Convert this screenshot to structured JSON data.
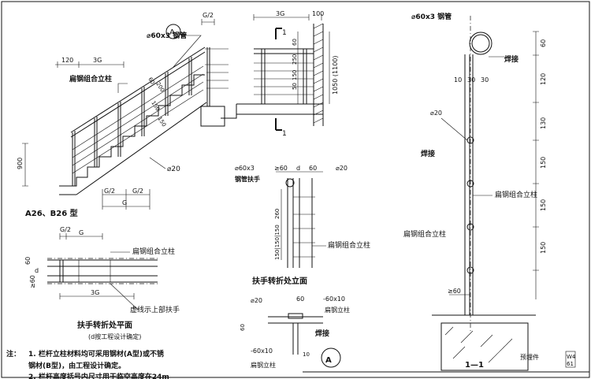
{
  "labels": {
    "tube_spec": "⌀60x3 钢管",
    "tube_spec_short": "⌀60x3",
    "tube_spec_right": "⌀60x3 钢管",
    "flat_steel_post": "扁钢组合立柱",
    "flat_steel_post_b": "扁钢组合立柱",
    "flat_steel_post_c": "扁钢组合立柱",
    "flat_steel_post_d": "扁钢组合立柱",
    "weld": "焊接",
    "weld_b": "焊接",
    "weld_c": "焊接",
    "rod_dia": "⌀20",
    "rod_dia_b": "⌀20",
    "rod_dia_c": "⌀20",
    "rod_dia_d": "⌀20",
    "handrail_tube": "钢管扶手",
    "flat_bar": "-60x10",
    "flat_bar_b": "-60x10",
    "flat_steel_col": "扁钢立柱",
    "flat_steel_col_b": "扁钢立柱",
    "dashed_note": "虚线示上部扶手",
    "embedded": "预埋件",
    "model": "A26、B26 型",
    "plan_title": "扶手转折处平面",
    "plan_subtitle": "(d按工程设计确定)",
    "elev_title": "扶手转折处立面",
    "section_title": "1—1",
    "circle_a": "A",
    "detail_a": "A",
    "section_mark_top": "1",
    "section_mark_bottom": "1",
    "ref_mark_top": "W4",
    "ref_mark_bottom": "61"
  },
  "dimensions": {
    "g_half": "G/2",
    "g": "G",
    "three_g": "3G",
    "d100": "100",
    "d120": "120",
    "d60": "60",
    "d250": "250",
    "d150": "150",
    "d50": "50",
    "d1050": "1050 (1100)",
    "d900": "900",
    "d_ge60": "≥60",
    "d_d": "d",
    "d260": "260",
    "d150x3": "150|150|150",
    "d10": "10",
    "d30": "30",
    "d130": "130",
    "d200": "200",
    "d60b": "60"
  },
  "notes": {
    "prefix": "注：",
    "line1": "1. 栏杆立柱材料均可采用钢材(A型)或不锈",
    "line1b": "钢材(B型)，由工程设计确定。",
    "line2": "2. 栏杆高度括号内尺寸用于临空高度在24m"
  }
}
